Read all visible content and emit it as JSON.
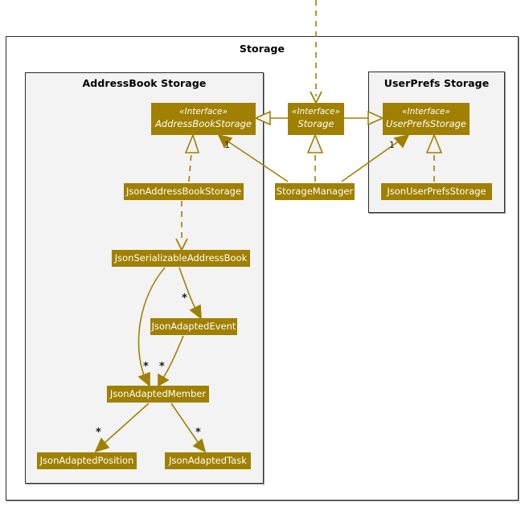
{
  "diagram": {
    "title": "Storage",
    "type": "uml-class-diagram",
    "accent_color": "#a08000",
    "package_fill": "#f2f3f2",
    "border_color": "#2b2b2b"
  },
  "packages": [
    {
      "id": "storage",
      "label": "Storage"
    },
    {
      "id": "addressbook-storage",
      "label": "AddressBook Storage"
    },
    {
      "id": "userprefs-storage",
      "label": "UserPrefs Storage"
    }
  ],
  "classes": [
    {
      "id": "address-book-storage",
      "stereotype": "«Interface»",
      "name": "AddressBookStorage",
      "kind": "interface"
    },
    {
      "id": "storage",
      "stereotype": "«Interface»",
      "name": "Storage",
      "kind": "interface"
    },
    {
      "id": "user-prefs-storage",
      "stereotype": "«Interface»",
      "name": "UserPrefsStorage",
      "kind": "interface"
    },
    {
      "id": "json-address-book-storage",
      "stereotype": "",
      "name": "JsonAddressBookStorage",
      "kind": "class"
    },
    {
      "id": "storage-manager",
      "stereotype": "",
      "name": "StorageManager",
      "kind": "class"
    },
    {
      "id": "json-user-prefs-storage",
      "stereotype": "",
      "name": "JsonUserPrefsStorage",
      "kind": "class"
    },
    {
      "id": "json-serializable-address-book",
      "stereotype": "",
      "name": "JsonSerializableAddressBook",
      "kind": "class"
    },
    {
      "id": "json-adapted-event",
      "stereotype": "",
      "name": "JsonAdaptedEvent",
      "kind": "class"
    },
    {
      "id": "json-adapted-member",
      "stereotype": "",
      "name": "JsonAdaptedMember",
      "kind": "class"
    },
    {
      "id": "json-adapted-position",
      "stereotype": "",
      "name": "JsonAdaptedPosition",
      "kind": "class"
    },
    {
      "id": "json-adapted-task",
      "stereotype": "",
      "name": "JsonAdaptedTask",
      "kind": "class"
    }
  ],
  "multiplicities": [
    {
      "id": "mult-abs",
      "label": "1"
    },
    {
      "id": "mult-ups",
      "label": "1"
    },
    {
      "id": "star-event",
      "label": "*"
    },
    {
      "id": "star-member-left",
      "label": "*"
    },
    {
      "id": "star-member-right",
      "label": "*"
    },
    {
      "id": "star-position",
      "label": "*"
    },
    {
      "id": "star-task",
      "label": "*"
    }
  ],
  "relationships": [
    {
      "from": "external",
      "to": "storage",
      "type": "dependency"
    },
    {
      "from": "storage",
      "to": "address-book-storage",
      "type": "generalization"
    },
    {
      "from": "storage",
      "to": "user-prefs-storage",
      "type": "generalization"
    },
    {
      "from": "json-address-book-storage",
      "to": "address-book-storage",
      "type": "realization"
    },
    {
      "from": "storage-manager",
      "to": "storage",
      "type": "realization"
    },
    {
      "from": "storage-manager",
      "to": "address-book-storage",
      "type": "association",
      "multiplicity": "1"
    },
    {
      "from": "storage-manager",
      "to": "user-prefs-storage",
      "type": "association",
      "multiplicity": "1"
    },
    {
      "from": "json-user-prefs-storage",
      "to": "user-prefs-storage",
      "type": "realization"
    },
    {
      "from": "json-address-book-storage",
      "to": "json-serializable-address-book",
      "type": "dependency"
    },
    {
      "from": "json-serializable-address-book",
      "to": "json-adapted-event",
      "type": "association",
      "multiplicity": "*"
    },
    {
      "from": "json-serializable-address-book",
      "to": "json-adapted-member",
      "type": "association",
      "multiplicity": "*"
    },
    {
      "from": "json-adapted-event",
      "to": "json-adapted-member",
      "type": "association",
      "multiplicity": "*"
    },
    {
      "from": "json-adapted-member",
      "to": "json-adapted-position",
      "type": "association",
      "multiplicity": "*"
    },
    {
      "from": "json-adapted-member",
      "to": "json-adapted-task",
      "type": "association",
      "multiplicity": "*"
    }
  ]
}
